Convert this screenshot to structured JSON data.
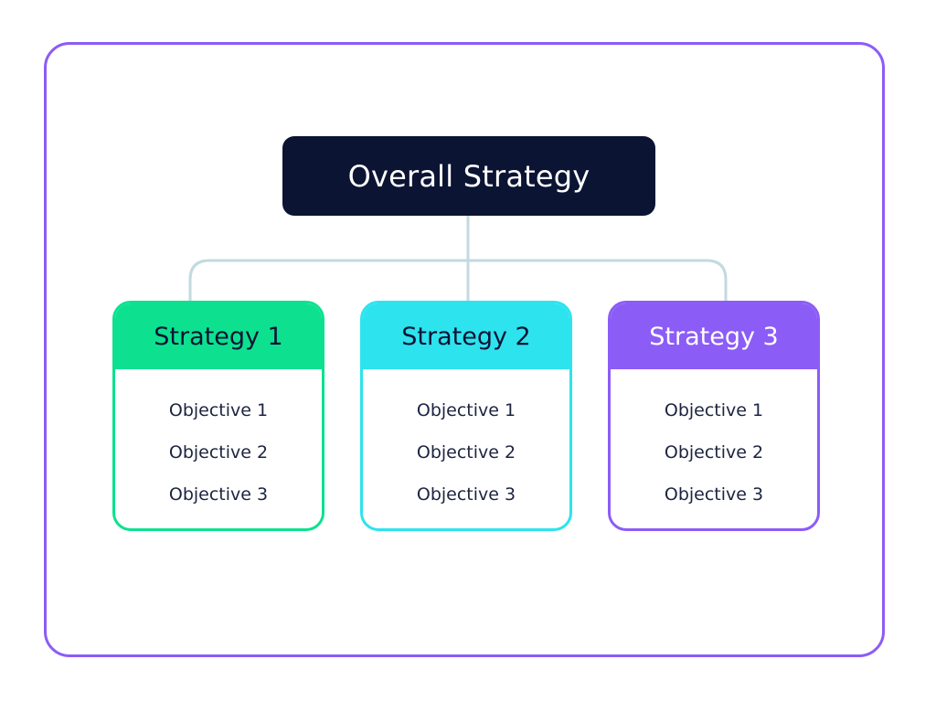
{
  "root": {
    "label": "Overall Strategy",
    "color": "#0c1434"
  },
  "strategies": [
    {
      "title": "Strategy 1",
      "color": "#0de18f",
      "objectives": [
        "Objective 1",
        "Objective 2",
        "Objective 3"
      ]
    },
    {
      "title": "Strategy 2",
      "color": "#2de3ee",
      "objectives": [
        "Objective 1",
        "Objective 2",
        "Objective 3"
      ]
    },
    {
      "title": "Strategy 3",
      "color": "#8c5cf6",
      "objectives": [
        "Objective 1",
        "Objective 2",
        "Objective 3"
      ]
    }
  ],
  "colors": {
    "frame_border": "#8c5cf6",
    "connector": "#c2dae0",
    "background": "#ffffff"
  }
}
